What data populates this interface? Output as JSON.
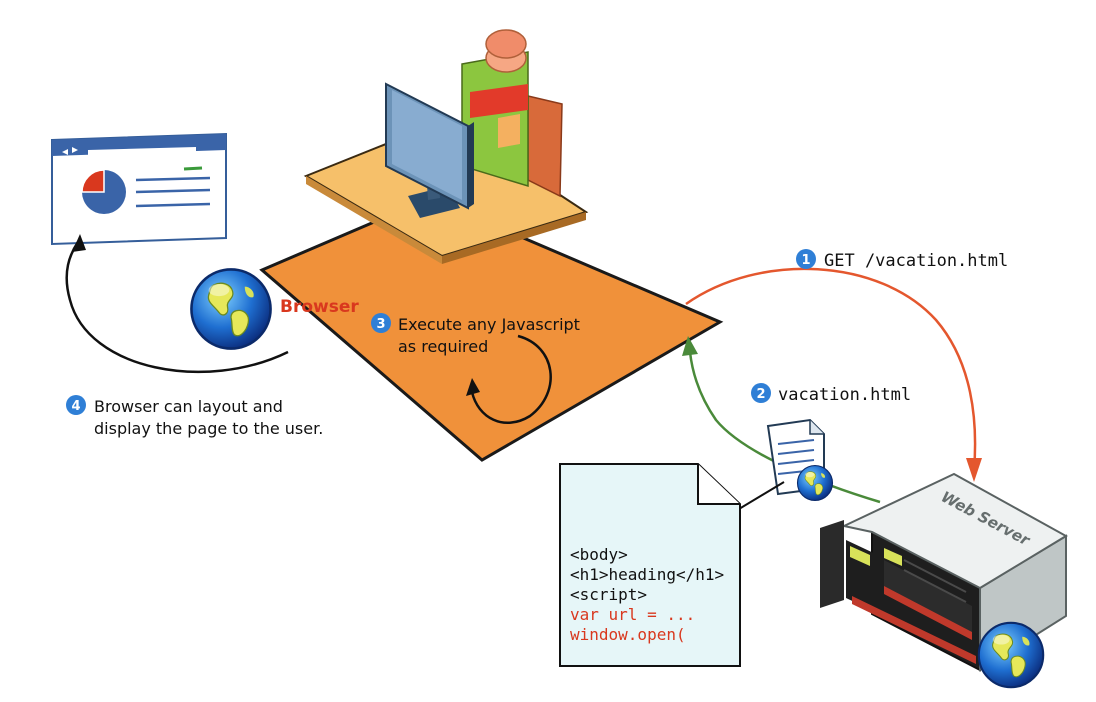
{
  "colors": {
    "platform": "#f0913a",
    "platform_edge": "#1a1a1a",
    "desk": "#f6c06a",
    "request_arrow": "#e4572e",
    "response_arrow": "#4a8a3a",
    "browser_label": "#d9381e",
    "step_badge": "#2f7fd6",
    "code_bg": "#e6f6f8",
    "code_red": "#d9381e",
    "code_black": "#111111",
    "server_body": "#e8ecec",
    "server_front": "#2a2a2a",
    "server_strip": "#c0392b"
  },
  "icons": [
    "browser-window-icon",
    "pie-chart-icon",
    "globe-icon",
    "person-icon",
    "monitor-icon",
    "document-icon",
    "web-server-icon"
  ],
  "labels": {
    "browser": "Browser",
    "web_server": "Web Server"
  },
  "steps": {
    "step1": {
      "number": "1",
      "text": "GET /vacation.html"
    },
    "step2": {
      "number": "2",
      "text": "vacation.html"
    },
    "step3": {
      "number": "3",
      "line1": "Execute any Javascript",
      "line2": "as required"
    },
    "step4": {
      "number": "4",
      "line1": "Browser can layout and",
      "line2": "display the page to the user."
    }
  },
  "code": {
    "lines": [
      {
        "text": "<body>",
        "color": "#111111"
      },
      {
        "text": "<h1>heading</h1>",
        "color": "#111111"
      },
      {
        "text": "<script>",
        "color": "#111111"
      },
      {
        "text": "var url = ...",
        "color": "#d9381e"
      },
      {
        "text": "window.open(",
        "color": "#d9381e"
      }
    ]
  }
}
